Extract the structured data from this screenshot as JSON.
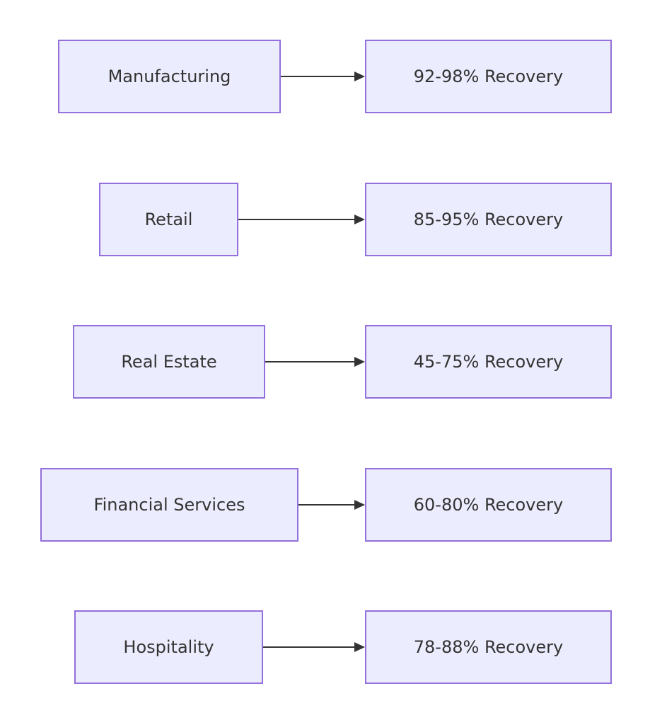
{
  "diagram": {
    "type": "flowchart-LR",
    "background_color": "#ffffff",
    "node_fill_color": "#ECECFF",
    "node_border_color": "#9370DB",
    "text_color": "#333333",
    "arrow_color": "#333333",
    "rows": [
      {
        "source": "Manufacturing",
        "target": "92-98% Recovery"
      },
      {
        "source": "Retail",
        "target": "85-95% Recovery"
      },
      {
        "source": "Real Estate",
        "target": "45-75% Recovery"
      },
      {
        "source": "Financial Services",
        "target": "60-80% Recovery"
      },
      {
        "source": "Hospitality",
        "target": "78-88% Recovery"
      }
    ]
  }
}
